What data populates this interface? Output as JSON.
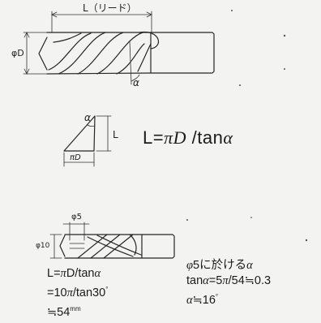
{
  "drill_top": {
    "lead_label": "L（リード）",
    "diameter_label": "φD",
    "angle_label": "α"
  },
  "triangle": {
    "alpha_label": "α",
    "height_label": "L",
    "base_label": "πD"
  },
  "main_formula": {
    "lhs": "L=",
    "pi_d": "πD",
    "slash_tan": "/tan",
    "alpha": "α"
  },
  "drill_bottom": {
    "phi5_label": "φ5",
    "phi10_label": "φ10"
  },
  "calc_left": {
    "line1_prefix": "L=",
    "line1_pi": "π",
    "line1_d": "D",
    "line1_tan": "/tan",
    "line1_alpha": "α",
    "line2": "=10",
    "line2_pi": "π",
    "line2_rest": "/tan30",
    "line2_deg": "°",
    "line3": "≒54",
    "line3_unit": "mm"
  },
  "calc_right": {
    "line1_phi": "φ",
    "line1_rest": "5に於ける",
    "line1_alpha": "α",
    "line2_tan": "tan",
    "line2_alpha": "α",
    "line2_eq": "=5",
    "line2_pi": "π",
    "line2_rest": "/54≒0.3",
    "line3_alpha": "α",
    "line3_rest": "≒16",
    "line3_deg": "°"
  }
}
